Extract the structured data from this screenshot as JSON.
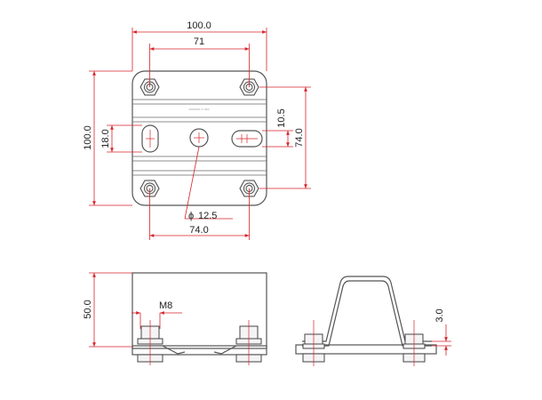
{
  "dimensions": {
    "top_width": "100.0",
    "top_spacing": "71",
    "left_height": "100.0",
    "slot_height": "18.0",
    "slot_offset": "10.5",
    "right_spacing": "74.0",
    "hole_diameter": "12.5",
    "hole_symbol": "ϕ",
    "bottom_spacing": "74.0",
    "side_height": "50.0",
    "bolt_size": "M8",
    "clip_thickness": "3.0"
  },
  "plate_marking": "═══════ ▭ ═══"
}
